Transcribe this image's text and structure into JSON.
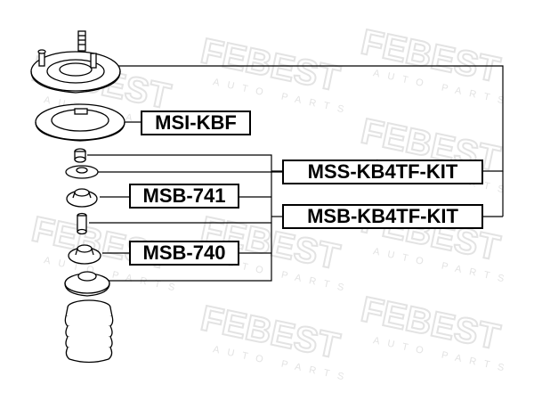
{
  "watermark": {
    "brand": "FEBEST",
    "tagline": "AUTO PARTS"
  },
  "labels": {
    "msi": "MSI-KBF",
    "msb741": "MSB-741",
    "msb740": "MSB-740",
    "mss_kit": "MSS-KB4TF-KIT",
    "msb_kit": "MSB-KB4TF-KIT"
  },
  "colors": {
    "line": "#000000",
    "watermark": "#e3e3e3"
  }
}
